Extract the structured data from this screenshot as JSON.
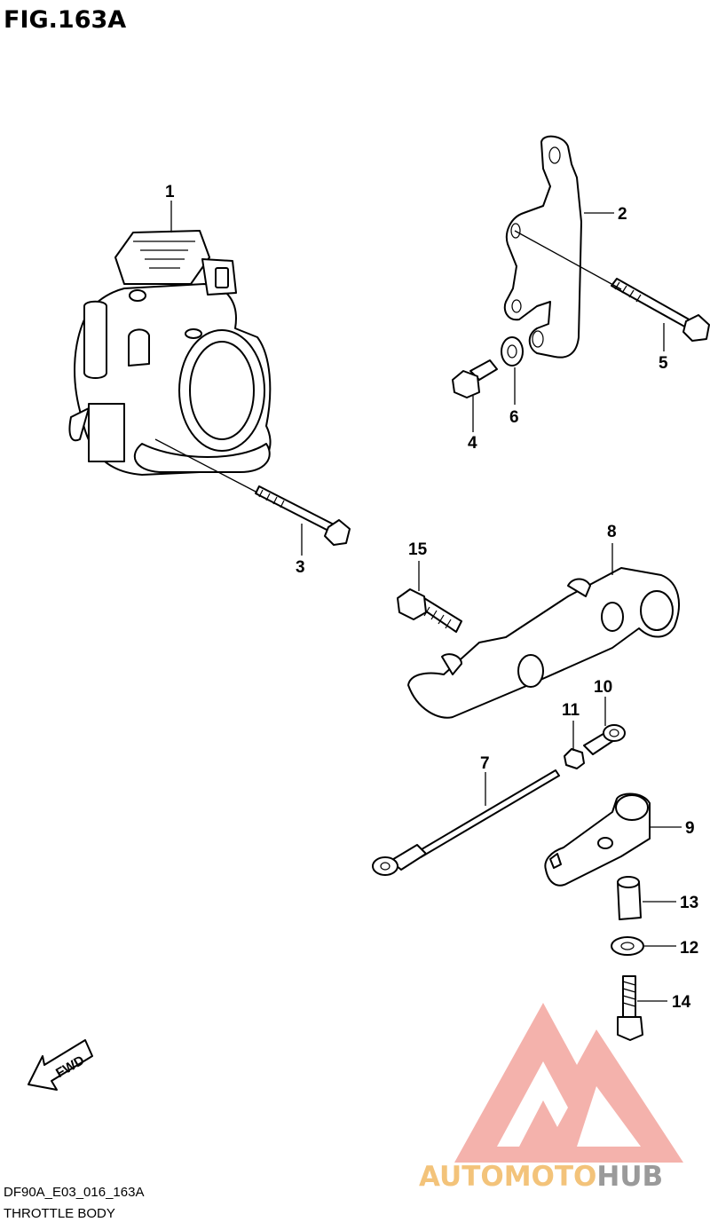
{
  "figure": {
    "title": "FIG.163A",
    "code": "DF90A_E03_016_163A",
    "caption": "THROTTLE BODY"
  },
  "fwd_label": "FWD",
  "callouts": [
    "1",
    "2",
    "3",
    "4",
    "5",
    "6",
    "7",
    "8",
    "9",
    "10",
    "11",
    "12",
    "13",
    "14",
    "15"
  ],
  "watermark": {
    "part1": "AUTOMOTO",
    "part2": "HUB",
    "colors": {
      "logo": "#f08a80",
      "auto": "#f3c37a",
      "moto": "#f2998f",
      "hub": "#9a9a9a"
    }
  }
}
